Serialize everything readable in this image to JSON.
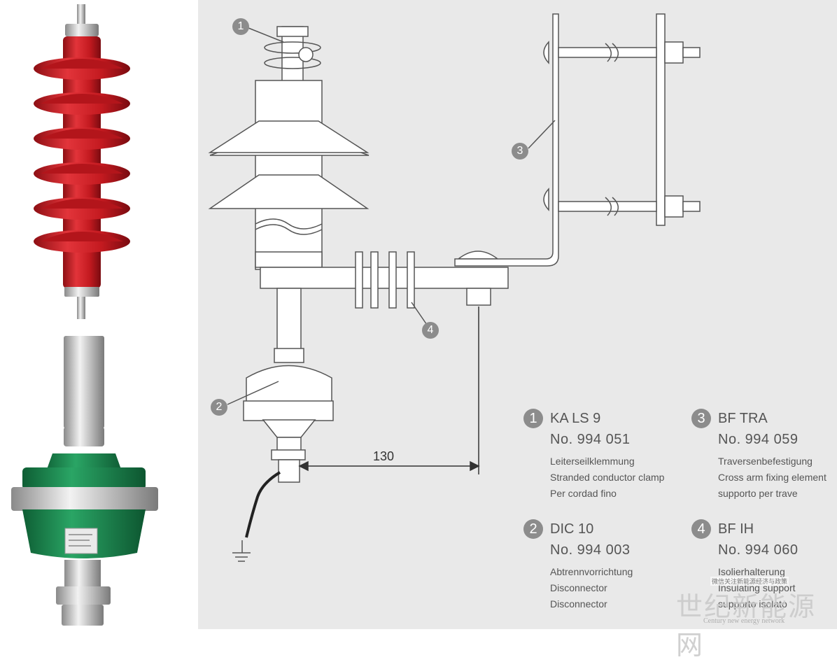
{
  "drawing": {
    "callouts": [
      "1",
      "2",
      "3",
      "4"
    ],
    "dimension": "130"
  },
  "legend": [
    {
      "num": "1",
      "name": "KA LS 9",
      "no": "No. 994 051",
      "desc": [
        "Leiterseilklemmung",
        "Stranded conductor clamp",
        "Per cordad fino"
      ]
    },
    {
      "num": "2",
      "name": "DIC 10",
      "no": "No. 994 003",
      "desc": [
        "Abtrennvorrichtung",
        "Disconnector",
        "Disconnector"
      ]
    },
    {
      "num": "3",
      "name": "BF TRA",
      "no": "No. 994 059",
      "desc": [
        "Traversenbefestigung",
        "Cross arm fixing element",
        "supporto per trave"
      ]
    },
    {
      "num": "4",
      "name": "BF IH",
      "no": "No. 994 060",
      "desc": [
        "Isolierhalterung",
        "Insulating support",
        "supporto isolato"
      ]
    }
  ],
  "watermark": {
    "cn": "世纪新能源网",
    "en": "Century new energy network",
    "note": "微信关注新能源经济与政策"
  },
  "colors": {
    "drawing_bg": "#e9e9e9",
    "arrester_red": "#cc1f24",
    "disconnector_green": "#1d8c52",
    "callout_gray": "#8c8c8c"
  }
}
